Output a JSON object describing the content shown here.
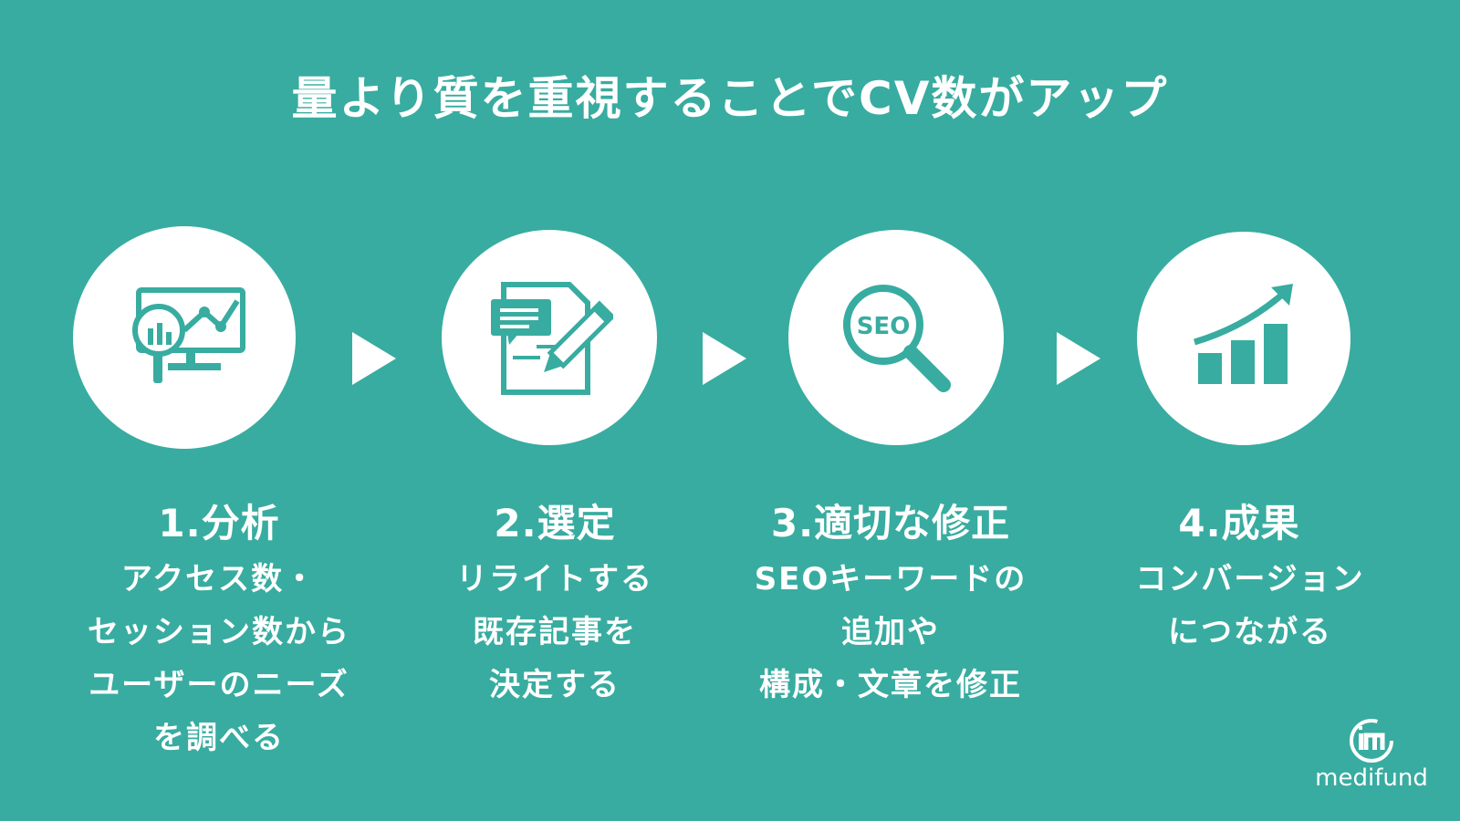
{
  "title": "量より質を重視することでCV数がアップ",
  "colors": {
    "background": "#38aca0",
    "circle": "#ffffff",
    "icon": "#38aca0"
  },
  "steps": [
    {
      "title": "1.分析",
      "icon": "analytics-monitor-magnifier-icon",
      "lines": [
        "アクセス数・",
        "セッション数から",
        "ユーザーのニーズ",
        "を調べる"
      ]
    },
    {
      "title": "2.選定",
      "icon": "document-pencil-icon",
      "lines": [
        "リライトする",
        "既存記事を",
        "決定する"
      ]
    },
    {
      "title": "3.適切な修正",
      "icon": "seo-magnifier-icon",
      "icon_text": "SEO",
      "lines": [
        "SEOキーワードの",
        "追加や",
        "構成・文章を修正"
      ]
    },
    {
      "title": "4.成果",
      "icon": "growth-chart-icon",
      "lines": [
        "コンバージョン",
        "につながる"
      ]
    }
  ],
  "logo": {
    "text": "medifund",
    "icon": "medifund-logo-icon"
  }
}
